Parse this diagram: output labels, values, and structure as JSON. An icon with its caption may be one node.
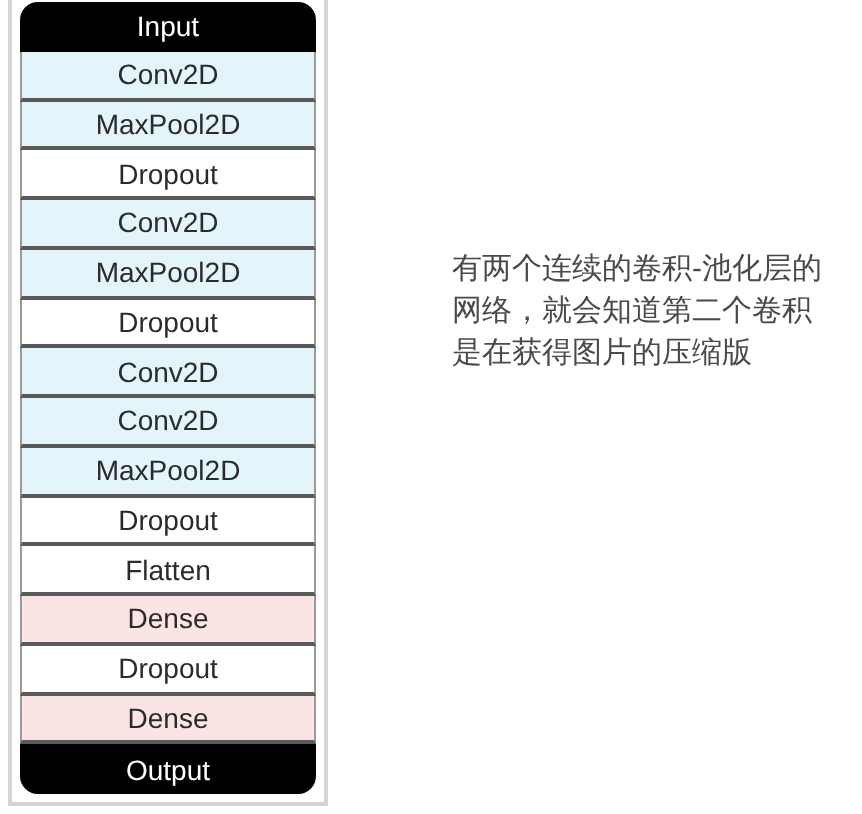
{
  "diagram": {
    "nodes": [
      {
        "text": [
          "Input"
        ]
      },
      {
        "text": [
          "Conv2D"
        ]
      },
      {
        "text": [
          "MaxPool2D"
        ]
      },
      {
        "text": [
          "Dropout"
        ]
      },
      {
        "text": [
          "Conv2D"
        ]
      },
      {
        "text": [
          "MaxPool2D"
        ]
      },
      {
        "text": [
          "Dropout"
        ]
      },
      {
        "text": [
          "Conv2D"
        ]
      },
      {
        "text": [
          "Conv2D"
        ]
      },
      {
        "text": [
          "MaxPool2D"
        ]
      },
      {
        "text": [
          "Dropout"
        ]
      },
      {
        "text": [
          "Flatten"
        ]
      },
      {
        "text": [
          "Dense"
        ]
      },
      {
        "text": [
          "Dropout"
        ]
      },
      {
        "text": [
          "Dense"
        ]
      },
      {
        "text": [
          "Output"
        ]
      }
    ],
    "labels": [
      "有两个连续的卷积-池化层的网络，就会知道第二个卷积是在获得图片的压缩版"
    ]
  }
}
